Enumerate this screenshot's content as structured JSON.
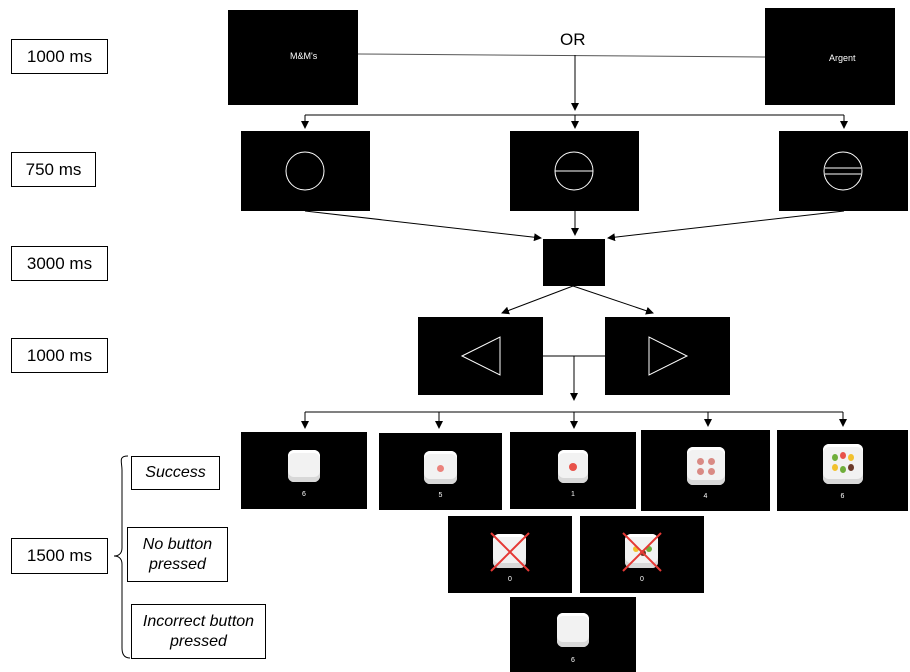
{
  "time_labels": [
    "1000 ms",
    "750 ms",
    "3000 ms",
    "1000 ms",
    "1500 ms"
  ],
  "cue": {
    "left_text": "M&M's",
    "right_text": "Argent",
    "or_label": "OR"
  },
  "outcomes": {
    "success": "Success",
    "no_button": "No button pressed",
    "incorrect": "Incorrect button pressed"
  },
  "reward_counts": {
    "success": [
      "6",
      "5",
      "1",
      "4",
      "6"
    ],
    "no_button": [
      "0",
      "0"
    ],
    "incorrect": [
      "6"
    ]
  },
  "colors": {
    "panel": "#000000",
    "cross": "#e53935",
    "candy_red": "#e8524a",
    "candy_yellow": "#f2c12e",
    "candy_green": "#6fae3a",
    "candy_brown": "#6b3a2a"
  }
}
